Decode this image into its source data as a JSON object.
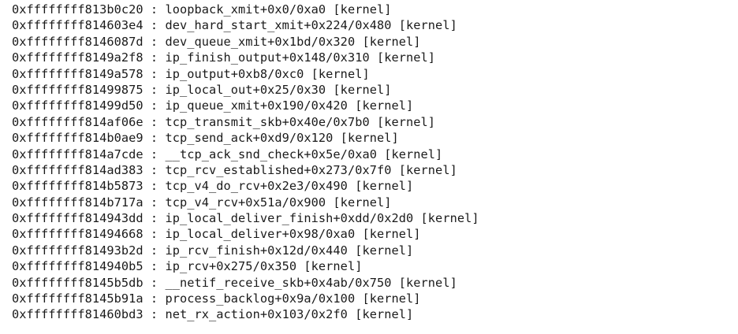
{
  "separator": " : ",
  "frames": [
    {
      "address": "0xffffffff813b0c20",
      "symbol": "loopback_xmit+0x0/0xa0 [kernel]"
    },
    {
      "address": "0xffffffff814603e4",
      "symbol": "dev_hard_start_xmit+0x224/0x480 [kernel]"
    },
    {
      "address": "0xffffffff8146087d",
      "symbol": "dev_queue_xmit+0x1bd/0x320 [kernel]"
    },
    {
      "address": "0xffffffff8149a2f8",
      "symbol": "ip_finish_output+0x148/0x310 [kernel]"
    },
    {
      "address": "0xffffffff8149a578",
      "symbol": "ip_output+0xb8/0xc0 [kernel]"
    },
    {
      "address": "0xffffffff81499875",
      "symbol": "ip_local_out+0x25/0x30 [kernel]"
    },
    {
      "address": "0xffffffff81499d50",
      "symbol": "ip_queue_xmit+0x190/0x420 [kernel]"
    },
    {
      "address": "0xffffffff814af06e",
      "symbol": "tcp_transmit_skb+0x40e/0x7b0 [kernel]"
    },
    {
      "address": "0xffffffff814b0ae9",
      "symbol": "tcp_send_ack+0xd9/0x120 [kernel]"
    },
    {
      "address": "0xffffffff814a7cde",
      "symbol": "__tcp_ack_snd_check+0x5e/0xa0 [kernel]"
    },
    {
      "address": "0xffffffff814ad383",
      "symbol": "tcp_rcv_established+0x273/0x7f0 [kernel]"
    },
    {
      "address": "0xffffffff814b5873",
      "symbol": "tcp_v4_do_rcv+0x2e3/0x490 [kernel]"
    },
    {
      "address": "0xffffffff814b717a",
      "symbol": "tcp_v4_rcv+0x51a/0x900 [kernel]"
    },
    {
      "address": "0xffffffff814943dd",
      "symbol": "ip_local_deliver_finish+0xdd/0x2d0 [kernel]"
    },
    {
      "address": "0xffffffff81494668",
      "symbol": "ip_local_deliver+0x98/0xa0 [kernel]"
    },
    {
      "address": "0xffffffff81493b2d",
      "symbol": "ip_rcv_finish+0x12d/0x440 [kernel]"
    },
    {
      "address": "0xffffffff814940b5",
      "symbol": "ip_rcv+0x275/0x350 [kernel]"
    },
    {
      "address": "0xffffffff8145b5db",
      "symbol": "__netif_receive_skb+0x4ab/0x750 [kernel]"
    },
    {
      "address": "0xffffffff8145b91a",
      "symbol": "process_backlog+0x9a/0x100 [kernel]"
    },
    {
      "address": "0xffffffff81460bd3",
      "symbol": "net_rx_action+0x103/0x2f0 [kernel]"
    }
  ]
}
